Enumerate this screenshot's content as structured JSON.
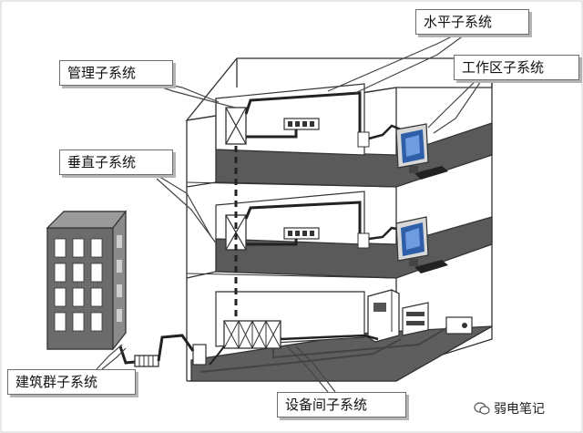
{
  "diagram": {
    "labels": {
      "horizontal_subsystem": "水平子系统",
      "management_subsystem": "管理子系统",
      "work_area_subsystem": "工作区子系统",
      "vertical_subsystem": "垂直子系统",
      "campus_subsystem": "建筑群子系统",
      "equipment_room_subsystem": "设备间子系统"
    },
    "watermark": "弱电笔记"
  }
}
